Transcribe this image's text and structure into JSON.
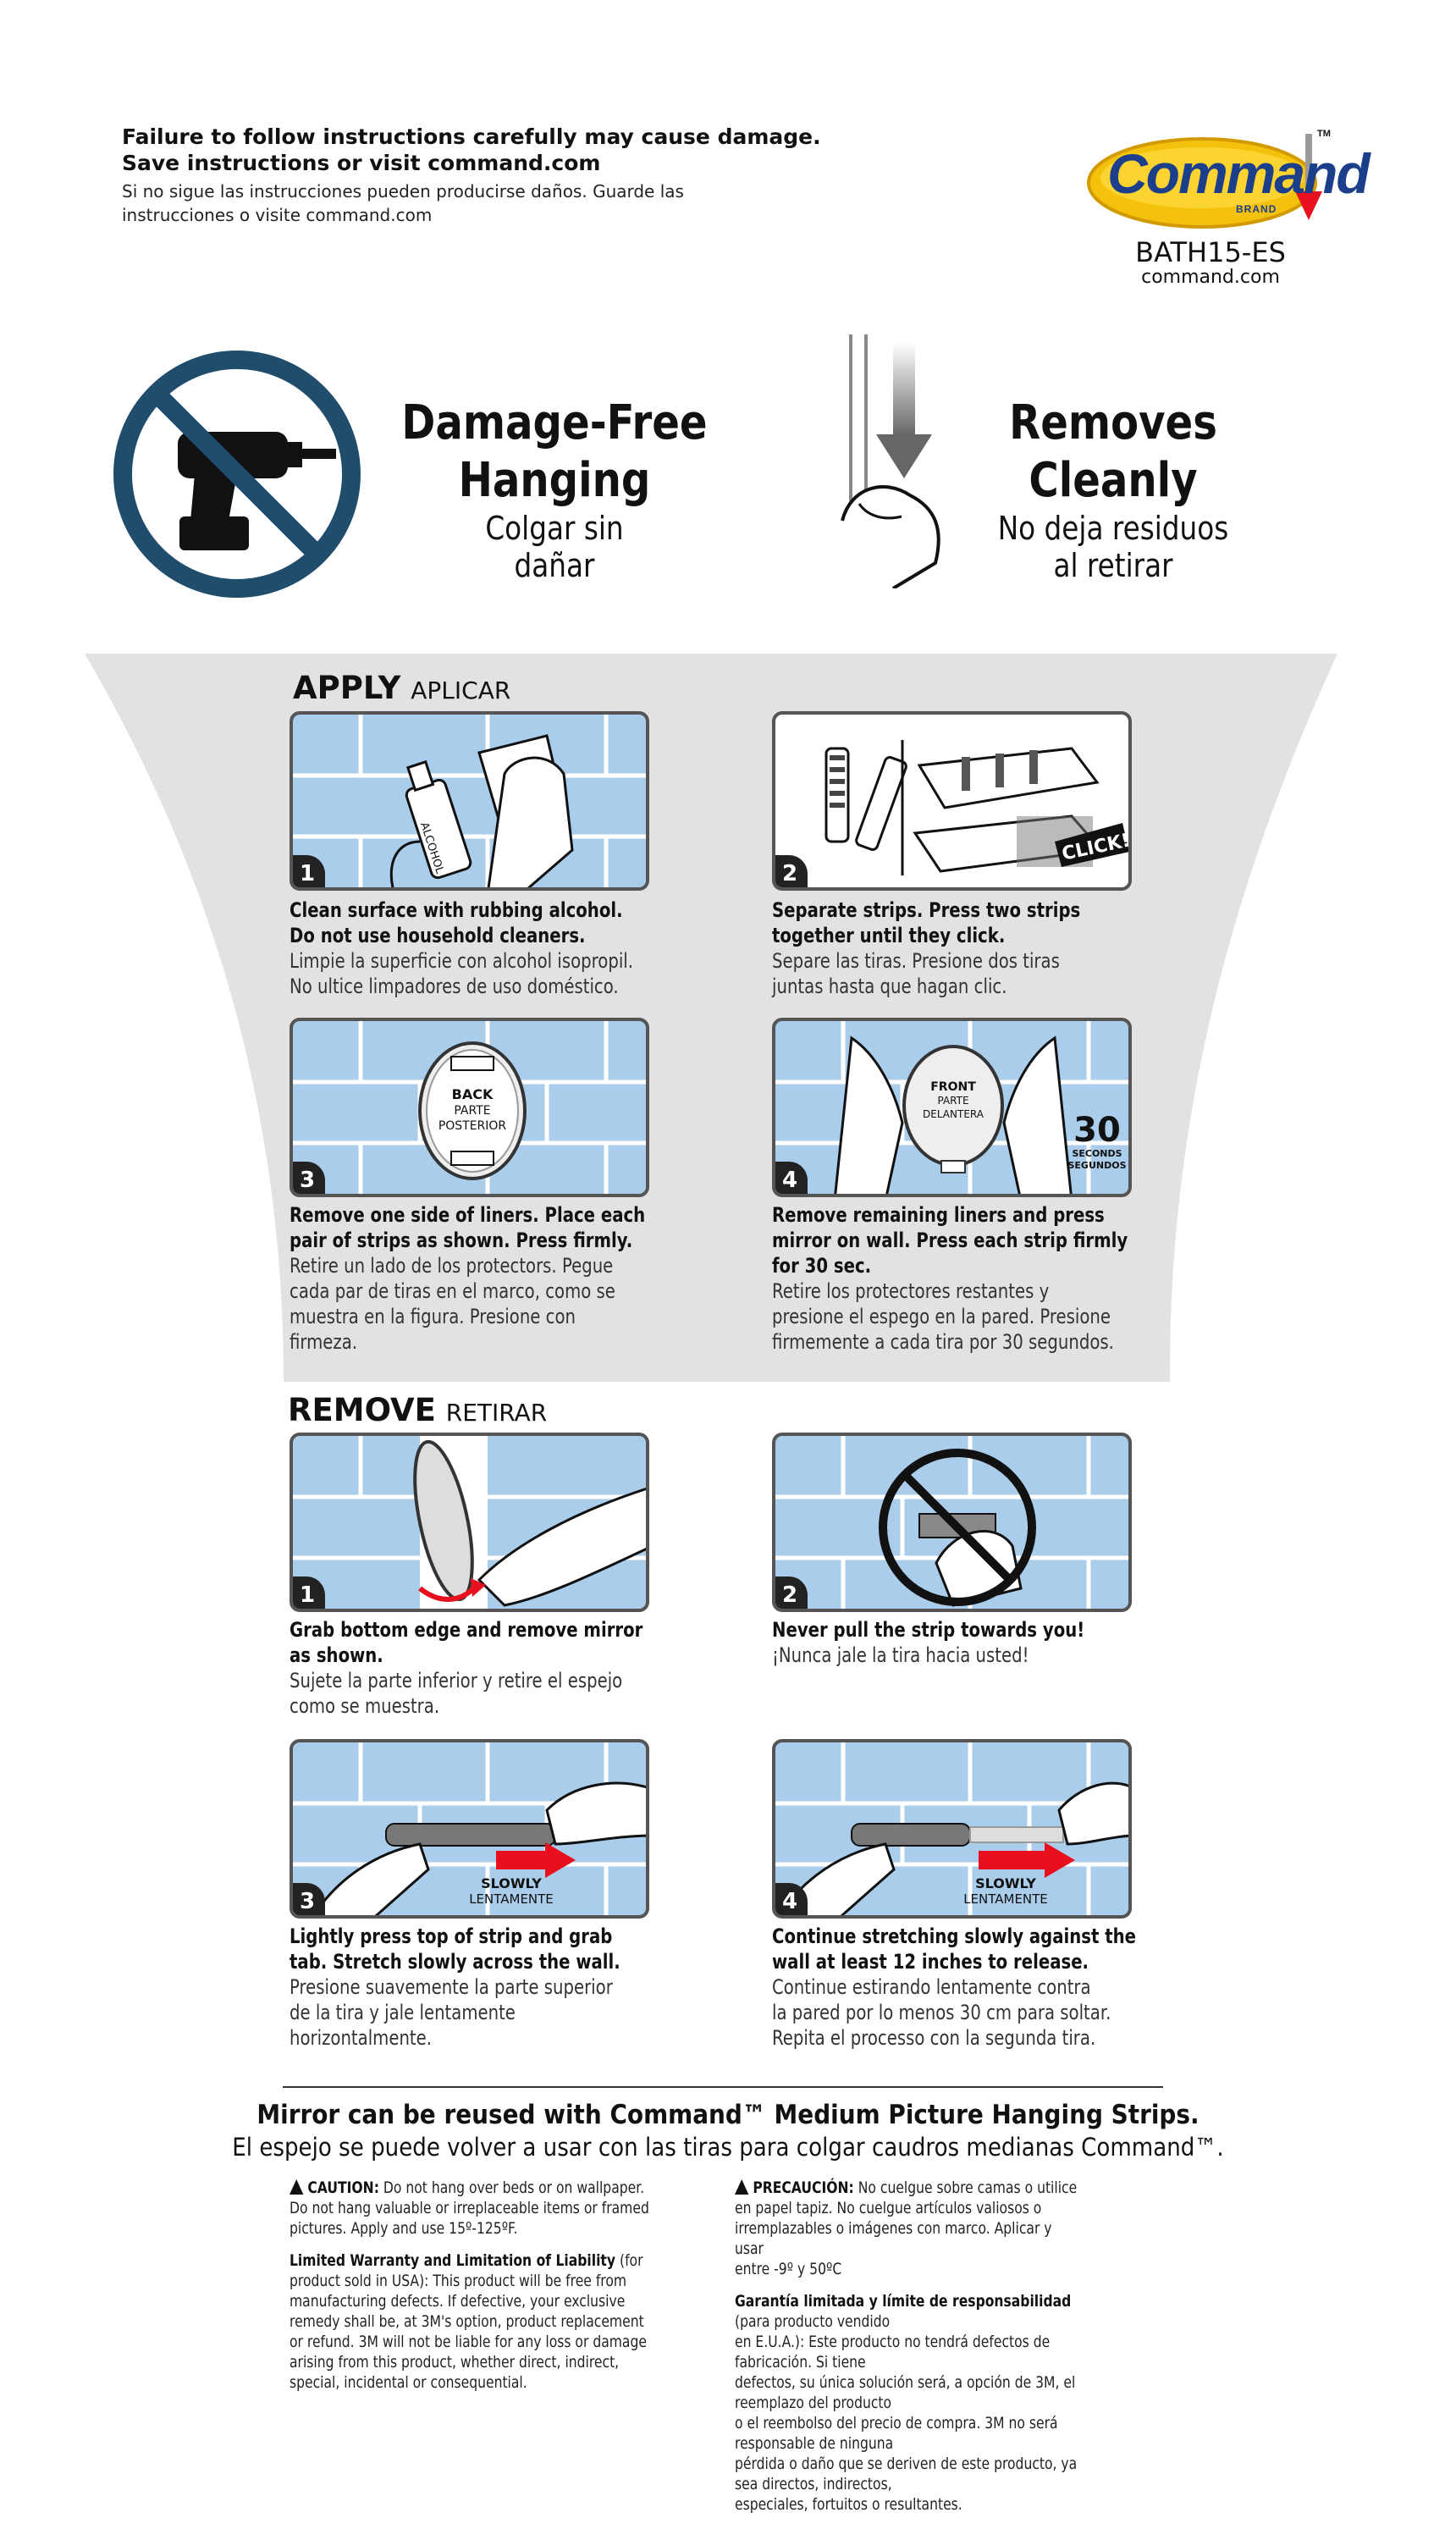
{
  "header": {
    "warning_en_1": "Failure to follow instructions carefully may cause damage.",
    "warning_en_2": "Save instructions or visit command.com",
    "warning_es_1": "Si no sigue las instrucciones pueden producirse daños. Guarde las",
    "warning_es_2": "instrucciones o visite command.com",
    "logo_text": "Command",
    "logo_brand": "BRAND",
    "logo_tm": "TM",
    "model_code": "BATH15-ES",
    "website": "command.com"
  },
  "features": {
    "left": {
      "title_1": "Damage-Free",
      "title_2": "Hanging",
      "sub_1": "Colgar sin",
      "sub_2": "dañar"
    },
    "right": {
      "title_1": "Removes",
      "title_2": "Cleanly",
      "sub_1": "No deja residuos",
      "sub_2": "al retirar"
    }
  },
  "apply": {
    "title": "APPLY",
    "title_es": "APLICAR",
    "steps": [
      {
        "num": "1",
        "en_1": "Clean surface with rubbing alcohol.",
        "en_2": "Do not use household cleaners.",
        "es_1": "Limpie la superficie con alcohol isopropil.",
        "es_2": "No ultice limpadores de uso doméstico.",
        "label": "ALCOHOL"
      },
      {
        "num": "2",
        "en_1": "Separate strips. Press two strips",
        "en_2": "together until they click.",
        "es_1": "Separe las tiras. Presione dos tiras",
        "es_2": "juntas hasta que hagan clic.",
        "label": "CLICK!"
      },
      {
        "num": "3",
        "en_1": "Remove one side of liners. Place each",
        "en_2": "pair of strips as shown. Press firmly.",
        "es_1": "Retire un lado de los protectors. Pegue",
        "es_2": "cada par de tiras en el marco, como se",
        "es_3": "muestra en la figura. Presione con",
        "es_4": "firmeza.",
        "label_1": "BACK",
        "label_2": "PARTE",
        "label_3": "POSTERIOR"
      },
      {
        "num": "4",
        "en_1": "Remove remaining liners and press",
        "en_2": "mirror on wall. Press each strip firmly",
        "en_3": "for 30 sec.",
        "es_1": "Retire los protectores restantes y",
        "es_2": "presione el espego en la pared. Presione",
        "es_3": "firmemente a cada tira por 30 segundos.",
        "label_1": "FRONT",
        "label_2": "PARTE",
        "label_3": "DELANTERA",
        "timer_value": "30",
        "timer_unit_en": "SECONDS",
        "timer_unit_es": "SEGUNDOS"
      }
    ]
  },
  "remove": {
    "title": "REMOVE",
    "title_es": "RETIRAR",
    "steps": [
      {
        "num": "1",
        "en_1": "Grab bottom edge and remove mirror",
        "en_2": "as shown.",
        "es_1": "Sujete la parte inferior y retire el espejo",
        "es_2": "como se muestra."
      },
      {
        "num": "2",
        "en_1": "Never pull the strip towards you!",
        "es_1": "¡Nunca jale la tira hacia usted!"
      },
      {
        "num": "3",
        "en_1": "Lightly press top of strip and grab",
        "en_2": "tab. Stretch slowly across the wall.",
        "es_1": "Presione suavemente la parte superior",
        "es_2": "de la tira y jale lentamente",
        "es_3": "horizontalmente.",
        "label_1": "SLOWLY",
        "label_2": "LENTAMENTE"
      },
      {
        "num": "4",
        "en_1": "Continue stretching slowly against the",
        "en_2": "wall at least 12 inches to release.",
        "es_1": "Continue estirando lentamente contra",
        "es_2": "la pared por lo menos 30 cm para soltar.",
        "es_3": "Repita el processo con la segunda tira.",
        "label_1": "SLOWLY",
        "label_2": "LENTAMENTE"
      }
    ]
  },
  "footer": {
    "reuse_en": "Mirror can be reused with Command™ Medium Picture Hanging Strips.",
    "reuse_es": "El espejo se puede volver a usar con las tiras para colgar caudros medianas Command™.",
    "caution_en_label": "CAUTION:",
    "caution_en_1": " Do not hang over beds or on wallpaper.",
    "caution_en_2": "Do not hang valuable or irreplaceable items or framed",
    "caution_en_3": "pictures. Apply and use 15º-125ºF.",
    "warranty_en_label": "Limited Warranty and Limitation of Liability",
    "warranty_en_1": " (for",
    "warranty_en_2": "product sold in USA): This product will be free from",
    "warranty_en_3": "manufacturing defects. If defective, your exclusive",
    "warranty_en_4": "remedy shall be, at 3M's option, product replacement",
    "warranty_en_5": "or refund. 3M will not be liable for any loss or damage",
    "warranty_en_6": "arising from this product, whether direct, indirect,",
    "warranty_en_7": "special, incidental or consequential.",
    "caution_es_label": "PRECAUCIÓN:",
    "caution_es_1": " No cuelgue sobre camas o utilice",
    "caution_es_2": "en papel tapiz. No cuelgue artículos valiosos o",
    "caution_es_3": "irremplazables o imágenes con marco. Aplicar y usar",
    "caution_es_4": "entre -9º y 50ºC",
    "warranty_es_label": "Garantía limitada y límite de responsabilidad",
    "warranty_es_1": " (para producto vendido",
    "warranty_es_2": "en E.U.A.): Este producto no tendrá defectos de fabricación. Si tiene",
    "warranty_es_3": "defectos, su única solución será, a opción de 3M, el reemplazo del producto",
    "warranty_es_4": "o el reembolso del precio de compra. 3M no será responsable de ninguna",
    "warranty_es_5": "pérdida o daño que se deriven de este producto, ya sea directos, indirectos,",
    "warranty_es_6": "especiales, fortuitos o resultantes."
  },
  "colors": {
    "panel_blue": "#a9cdea",
    "band_gray": "#e2e2e2",
    "no_sign_teal": "#1f4d6b",
    "arrow_red": "#e8101e",
    "logo_yellow": "#f4c20d",
    "logo_blue": "#1b3f8b"
  },
  "icons": [
    "no-drill-icon",
    "pull-down-arrow-icon",
    "command-logo",
    "caution-triangle-icon"
  ]
}
